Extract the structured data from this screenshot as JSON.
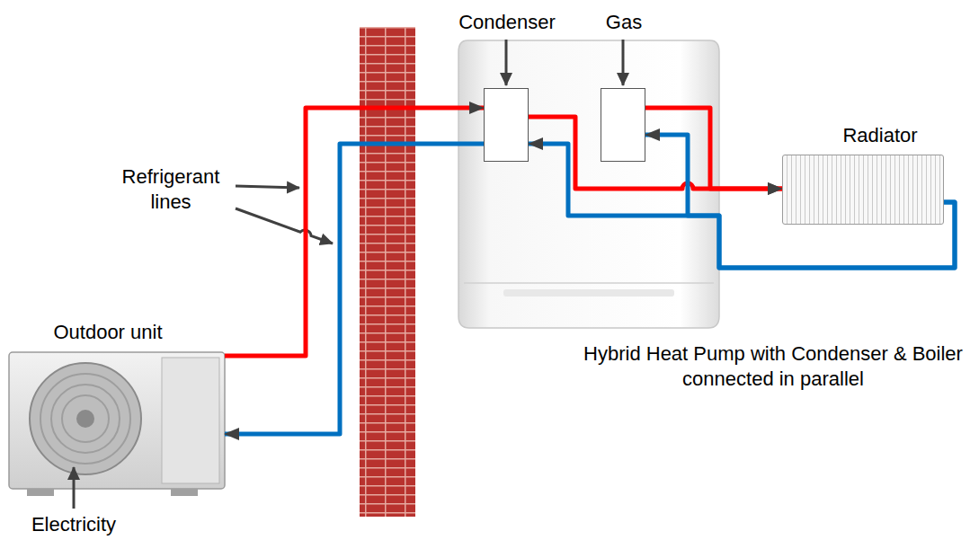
{
  "diagram": {
    "nodes": [
      {
        "text": [
          "Hybrid Heat Pump with Condenser & Boiler connected in parallel"
        ]
      },
      {
        "text": [
          "Condenser"
        ],
        "in": 0
      },
      {
        "text": [
          "Gas"
        ],
        "in": 0
      },
      {
        "text": [
          "Radiator"
        ]
      },
      {
        "text": [
          "Outdoor unit"
        ]
      }
    ],
    "edges": [
      {
        "from": 4,
        "to": 1,
        "arrow": "to"
      },
      {
        "from": 1,
        "to": 4,
        "arrow": "to"
      },
      {
        "from": 1,
        "to": 3,
        "arrow": "to"
      },
      {
        "from": 2,
        "to": 3,
        "arrow": "to"
      },
      {
        "from": 3,
        "to": 1,
        "arrow": "to"
      },
      {
        "from": 3,
        "to": 2,
        "arrow": "to"
      }
    ],
    "labels": [
      "Refrigerant lines",
      "Electricity"
    ]
  }
}
